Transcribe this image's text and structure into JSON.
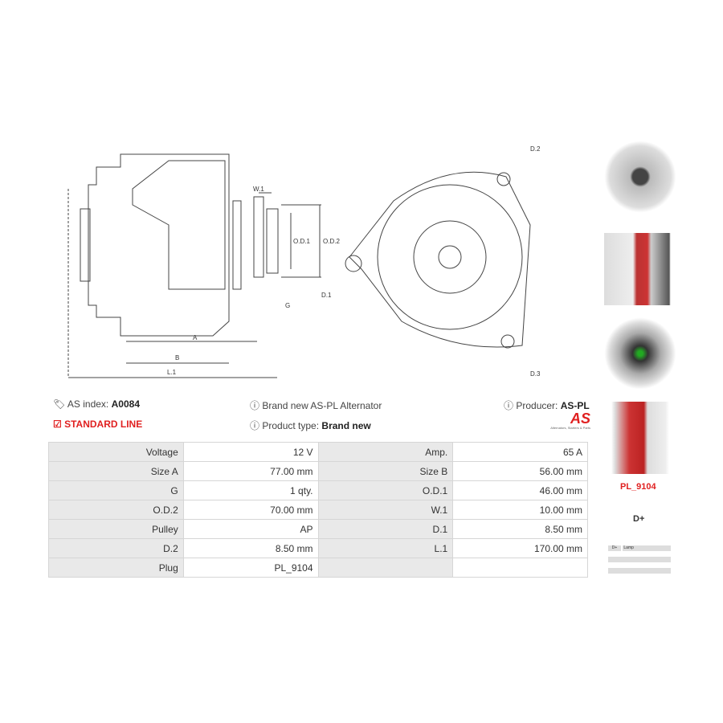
{
  "drawing": {
    "labels": {
      "w1": "W.1",
      "od1": "O.D.1",
      "od2": "O.D.2",
      "g": "G",
      "a": "A",
      "b": "B",
      "l1": "L.1",
      "d1": "D.1",
      "d2": "D.2",
      "d3": "D.3"
    }
  },
  "info": {
    "as_index_label": "AS index:",
    "as_index": "A0084",
    "line": "STANDARD LINE",
    "title": "Brand new AS-PL Alternator",
    "product_type_label": "Product type:",
    "product_type": "Brand new",
    "producer_label": "Producer:",
    "producer": "AS-PL",
    "logo_text": "AS",
    "logo_tagline": "Alternators, Starters & Parts"
  },
  "specs": [
    [
      "Voltage",
      "12 V",
      "Amp.",
      "65 A"
    ],
    [
      "Size A",
      "77.00 mm",
      "Size B",
      "56.00 mm"
    ],
    [
      "G",
      "1 qty.",
      "O.D.1",
      "46.00 mm"
    ],
    [
      "O.D.2",
      "70.00 mm",
      "W.1",
      "10.00 mm"
    ],
    [
      "Pulley",
      "AP",
      "D.1",
      "8.50 mm"
    ],
    [
      "D.2",
      "8.50 mm",
      "L.1",
      "170.00 mm"
    ],
    [
      "Plug",
      "PL_9104",
      "",
      ""
    ]
  ],
  "plug": {
    "code": "PL_9104",
    "terminal": "D+",
    "pins": [
      [
        "D+",
        "Lamp"
      ],
      [
        "",
        ""
      ],
      [
        "",
        ""
      ]
    ]
  },
  "colors": {
    "accent": "#e02020"
  }
}
